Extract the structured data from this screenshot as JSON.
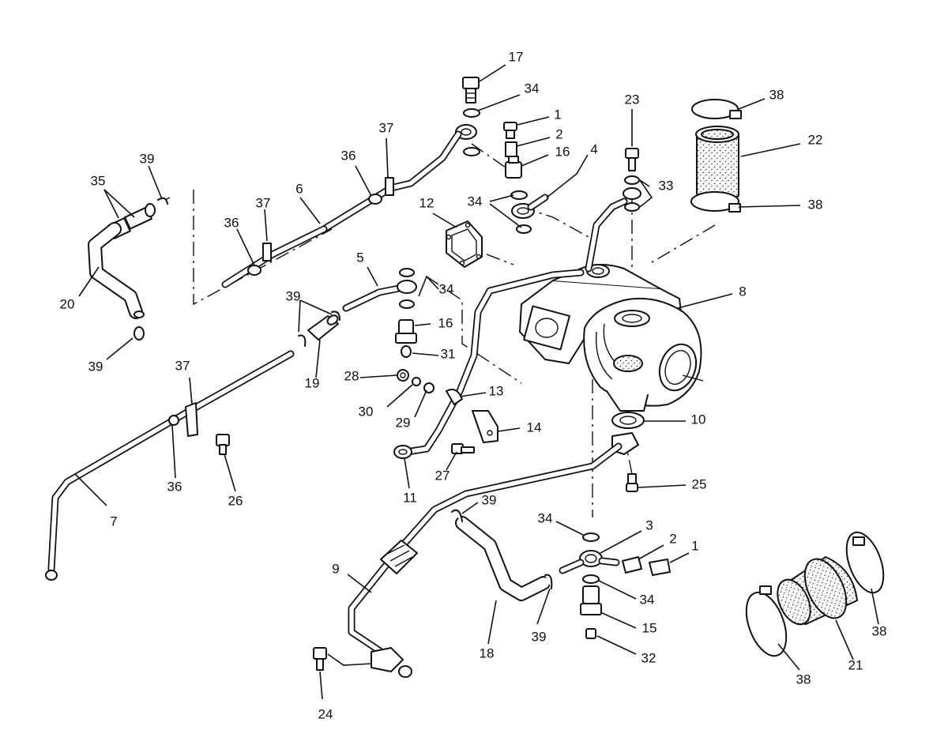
{
  "callouts": [
    {
      "id": "c17",
      "text": "17"
    },
    {
      "id": "c34a",
      "text": "34"
    },
    {
      "id": "c1a",
      "text": "1"
    },
    {
      "id": "c2a",
      "text": "2"
    },
    {
      "id": "c16a",
      "text": "16"
    },
    {
      "id": "c4",
      "text": "4"
    },
    {
      "id": "c34b",
      "text": "34"
    },
    {
      "id": "c12",
      "text": "12"
    },
    {
      "id": "c23",
      "text": "23"
    },
    {
      "id": "c33",
      "text": "33"
    },
    {
      "id": "c38a",
      "text": "38"
    },
    {
      "id": "c22",
      "text": "22"
    },
    {
      "id": "c38b",
      "text": "38"
    },
    {
      "id": "c8",
      "text": "8"
    },
    {
      "id": "c37a",
      "text": "37"
    },
    {
      "id": "c36a",
      "text": "36"
    },
    {
      "id": "c39a",
      "text": "39"
    },
    {
      "id": "c35",
      "text": "35"
    },
    {
      "id": "c6",
      "text": "6"
    },
    {
      "id": "c37b",
      "text": "37"
    },
    {
      "id": "c36b",
      "text": "36"
    },
    {
      "id": "c20",
      "text": "20"
    },
    {
      "id": "c39b",
      "text": "39"
    },
    {
      "id": "c5",
      "text": "5"
    },
    {
      "id": "c34c",
      "text": "34"
    },
    {
      "id": "c39c",
      "text": "39"
    },
    {
      "id": "c16b",
      "text": "16"
    },
    {
      "id": "c31",
      "text": "31"
    },
    {
      "id": "c19",
      "text": "19"
    },
    {
      "id": "c28",
      "text": "28"
    },
    {
      "id": "c37c",
      "text": "37"
    },
    {
      "id": "c30",
      "text": "30"
    },
    {
      "id": "c29",
      "text": "29"
    },
    {
      "id": "c13",
      "text": "13"
    },
    {
      "id": "c14",
      "text": "14"
    },
    {
      "id": "c10",
      "text": "10"
    },
    {
      "id": "c36c",
      "text": "36"
    },
    {
      "id": "c26",
      "text": "26"
    },
    {
      "id": "c7",
      "text": "7"
    },
    {
      "id": "c11",
      "text": "11"
    },
    {
      "id": "c27",
      "text": "27"
    },
    {
      "id": "c25",
      "text": "25"
    },
    {
      "id": "c39d",
      "text": "39"
    },
    {
      "id": "c34d",
      "text": "34"
    },
    {
      "id": "c3",
      "text": "3"
    },
    {
      "id": "c2b",
      "text": "2"
    },
    {
      "id": "c1b",
      "text": "1"
    },
    {
      "id": "c9",
      "text": "9"
    },
    {
      "id": "c34e",
      "text": "34"
    },
    {
      "id": "c15",
      "text": "15"
    },
    {
      "id": "c39e",
      "text": "39"
    },
    {
      "id": "c18",
      "text": "18"
    },
    {
      "id": "c32",
      "text": "32"
    },
    {
      "id": "c38c",
      "text": "38"
    },
    {
      "id": "c21",
      "text": "21"
    },
    {
      "id": "c38d",
      "text": "38"
    },
    {
      "id": "c24",
      "text": "24"
    }
  ]
}
